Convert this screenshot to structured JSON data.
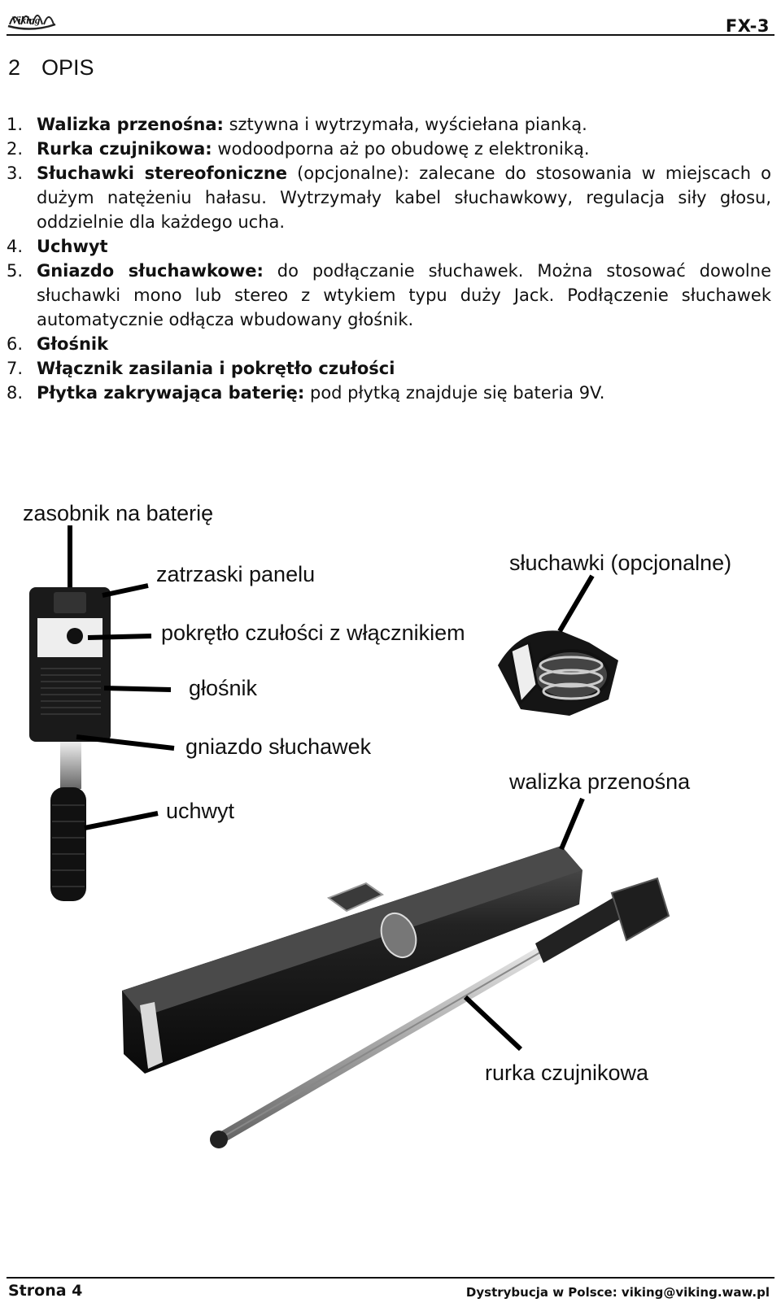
{
  "header": {
    "logo_text": "Viking",
    "model": "FX-3"
  },
  "section": {
    "number": "2",
    "title": "OPIS"
  },
  "items": [
    {
      "num": "1.",
      "bold": "Walizka przenośna:",
      "rest": " sztywna i wytrzymała, wyściełana pianką."
    },
    {
      "num": "2.",
      "bold": "Rurka czujnikowa:",
      "rest": " wodoodporna aż po obudowę z elektroniką."
    },
    {
      "num": "3.",
      "bold": "Słuchawki stereofoniczne",
      "rest": " (opcjonalne): zalecane do stosowania w miejscach o dużym natężeniu hałasu. Wytrzymały kabel słuchawkowy, regulacja siły głosu, oddzielnie dla każdego ucha."
    },
    {
      "num": "4.",
      "bold": "Uchwyt",
      "rest": ""
    },
    {
      "num": "5.",
      "bold": "Gniazdo słuchawkowe:",
      "rest": " do podłączanie słuchawek. Można stosować dowolne słuchawki mono lub stereo z wtykiem typu duży Jack. Podłączenie słuchawek automatycznie odłącza wbudowany głośnik."
    },
    {
      "num": "6.",
      "bold": "Głośnik",
      "rest": ""
    },
    {
      "num": "7.",
      "bold": "Włącznik zasilania i pokrętło czułości",
      "rest": ""
    },
    {
      "num": "8.",
      "bold": "Płytka zakrywająca baterię:",
      "rest": " pod płytką znajduje się bateria 9V."
    }
  ],
  "figure": {
    "labels": {
      "battery": "zasobnik na baterię",
      "latches": "zatrzaski panelu",
      "knob": "pokrętło czułości z włącznikiem",
      "speaker": "głośnik",
      "jack": "gniazdo słuchawek",
      "handle": "uchwyt",
      "headphones": "słuchawki (opcjonalne)",
      "case": "walizka przenośna",
      "tube": "rurka czujnikowa"
    }
  },
  "footer": {
    "page": "Strona 4",
    "distribution": "Dystrybucja w Polsce: viking@viking.waw.pl"
  }
}
